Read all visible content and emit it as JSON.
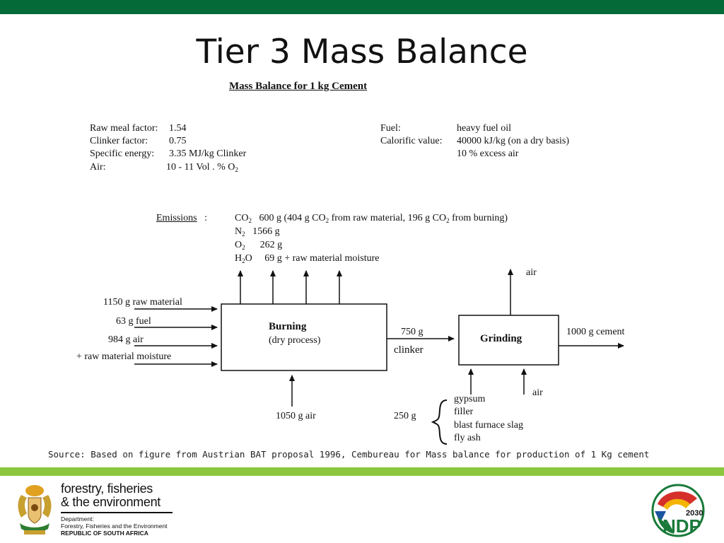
{
  "slide": {
    "title": "Tier 3 Mass Balance",
    "source": "Source: Based on figure from Austrian BAT proposal 1996, Cembureau for Mass balance for production of 1 Kg cement"
  },
  "diagram": {
    "heading": "Mass Balance for 1 kg Cement",
    "params_left": [
      {
        "label": "Raw meal factor:",
        "value": "1.54"
      },
      {
        "label": "Clinker factor:",
        "value": "0.75"
      },
      {
        "label": "Specific energy:",
        "value": "3.35 MJ/kg Clinker"
      },
      {
        "label": "Air:",
        "value": "10 - 11  Vol . %  O"
      }
    ],
    "params_right": [
      {
        "label": "Fuel:",
        "value": "heavy fuel oil"
      },
      {
        "label": "Calorific value:",
        "value": "40000 kJ/kg (on a dry basis)"
      },
      {
        "label": "",
        "value": "10 % excess air"
      }
    ],
    "emissions": {
      "label": "Emissions",
      "colon": ":",
      "lines": [
        {
          "species": "CO",
          "sub": "2",
          "text": "600 g  (404 g CO",
          "sub2": "2",
          "text2": "  from raw material, 196 g CO",
          "sub3": "2",
          "text3": "  from burning)"
        },
        {
          "species": "N",
          "sub": "2",
          "text": "1566 g"
        },
        {
          "species": "O",
          "sub": "2",
          "text": "262 g"
        },
        {
          "species": "H",
          "sub": "2",
          "species2": "O",
          "text": "69 g + raw material moisture"
        }
      ]
    },
    "inputs": [
      "1150 g raw material",
      "63 g fuel",
      "984 g air",
      "+ raw material moisture"
    ],
    "burning": {
      "title": "Burning",
      "subtitle": "(dry process)",
      "bottom_input": "1050 g air"
    },
    "clinker": {
      "amount": "750 g",
      "label": "clinker"
    },
    "grinding": {
      "title": "Grinding",
      "top_output": "air",
      "right_output": "1000 g cement",
      "bottom_air": "air"
    },
    "additives": {
      "amount": "250 g",
      "items": [
        "gypsum",
        "filler",
        "blast furnace slag",
        "fly ash"
      ]
    }
  },
  "footer": {
    "dept_name_1": "forestry, fisheries",
    "dept_name_2": "& the environment",
    "dept_line_1": "Department:",
    "dept_line_2": "Forestry, Fisheries and the Environment",
    "dept_line_3": "REPUBLIC OF SOUTH AFRICA",
    "ndp_year": "2030",
    "ndp_text": "NDP"
  },
  "colors": {
    "top_bar": "#046a38",
    "footer_bar": "#8cc63f"
  }
}
